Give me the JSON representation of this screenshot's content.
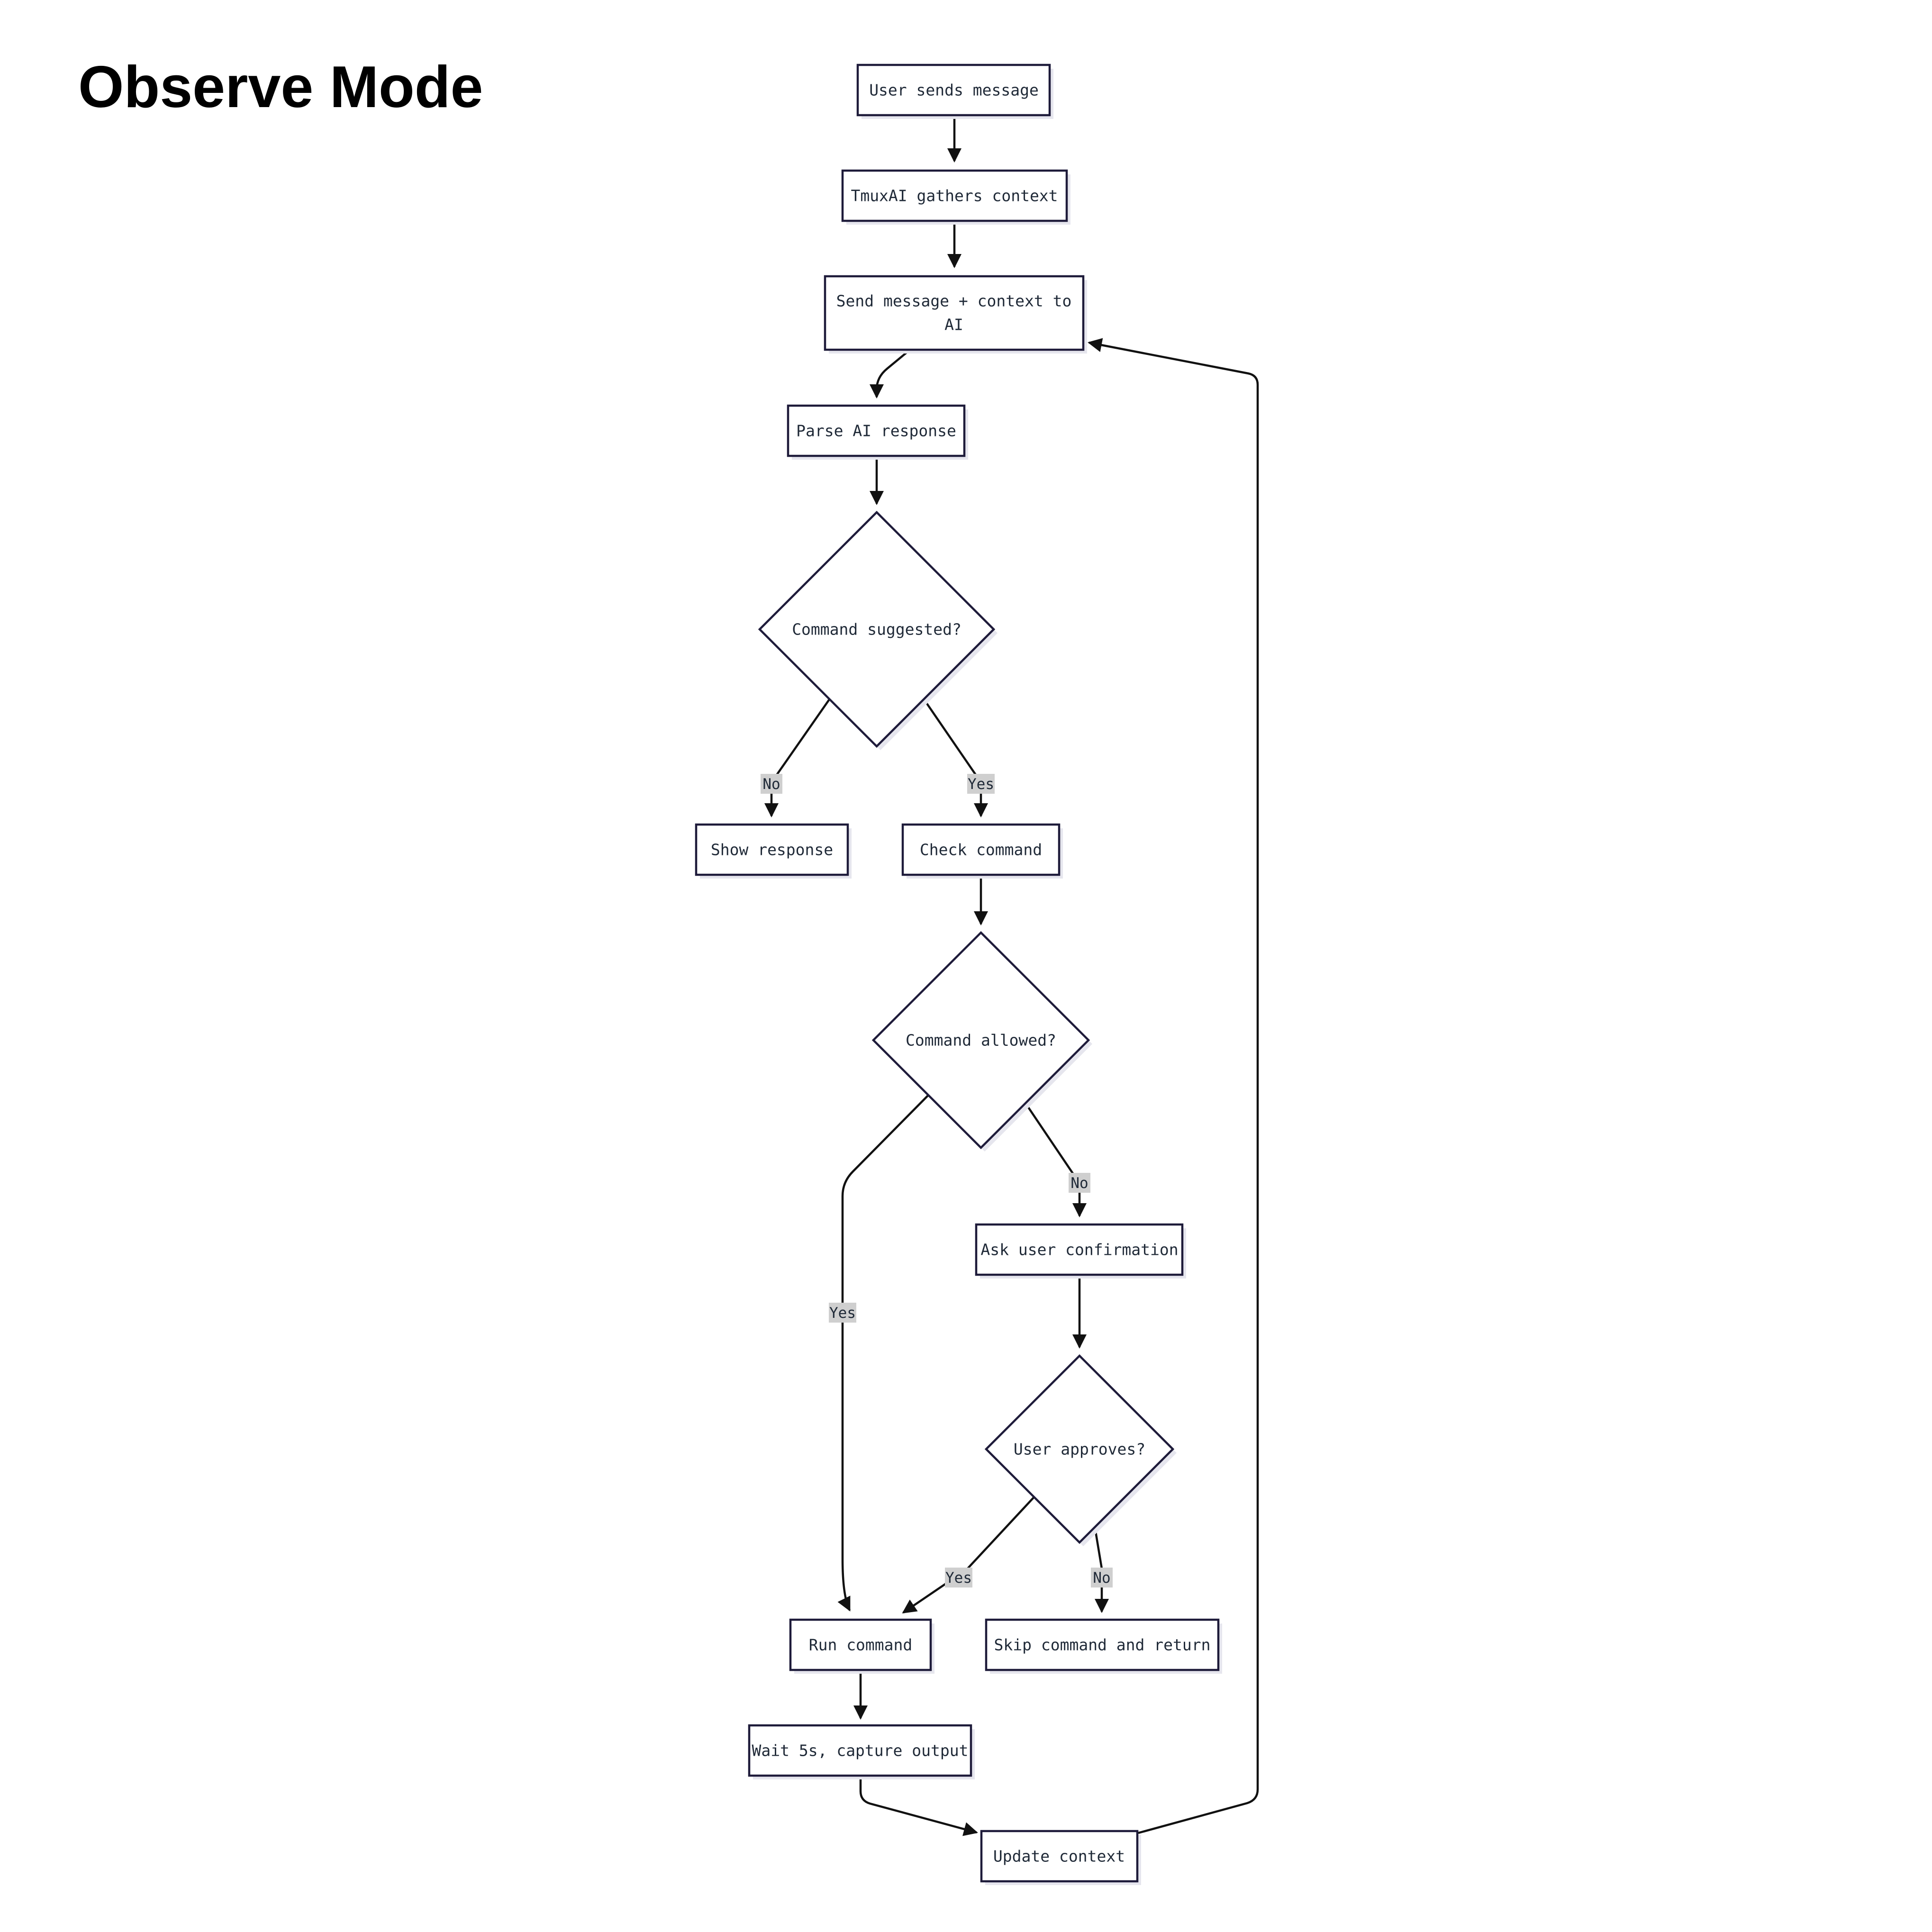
{
  "title": "Observe Mode",
  "colors": {
    "node_stroke": "#1e1b3a",
    "node_fill": "#ffffff",
    "node_shadow": "#e6e6ee",
    "edge": "#111111",
    "label_bg": "#cfcfcf",
    "text": "#1f2937"
  },
  "nodes": {
    "user_sends_message": "User sends message",
    "gathers_context": "TmuxAI gathers context",
    "send_message_l1": "Send message + context to",
    "send_message_l2": "AI",
    "parse_response": "Parse AI response",
    "command_suggested": "Command suggested?",
    "show_response": "Show response",
    "check_command": "Check command",
    "command_allowed": "Command allowed?",
    "ask_confirmation": "Ask user confirmation",
    "user_approves": "User approves?",
    "run_command": "Run command",
    "skip_command": "Skip command and return",
    "wait_capture": "Wait 5s, capture output",
    "update_context": "Update context"
  },
  "edge_labels": {
    "suggested_no": "No",
    "suggested_yes": "Yes",
    "allowed_yes": "Yes",
    "allowed_no": "No",
    "approves_yes": "Yes",
    "approves_no": "No"
  }
}
